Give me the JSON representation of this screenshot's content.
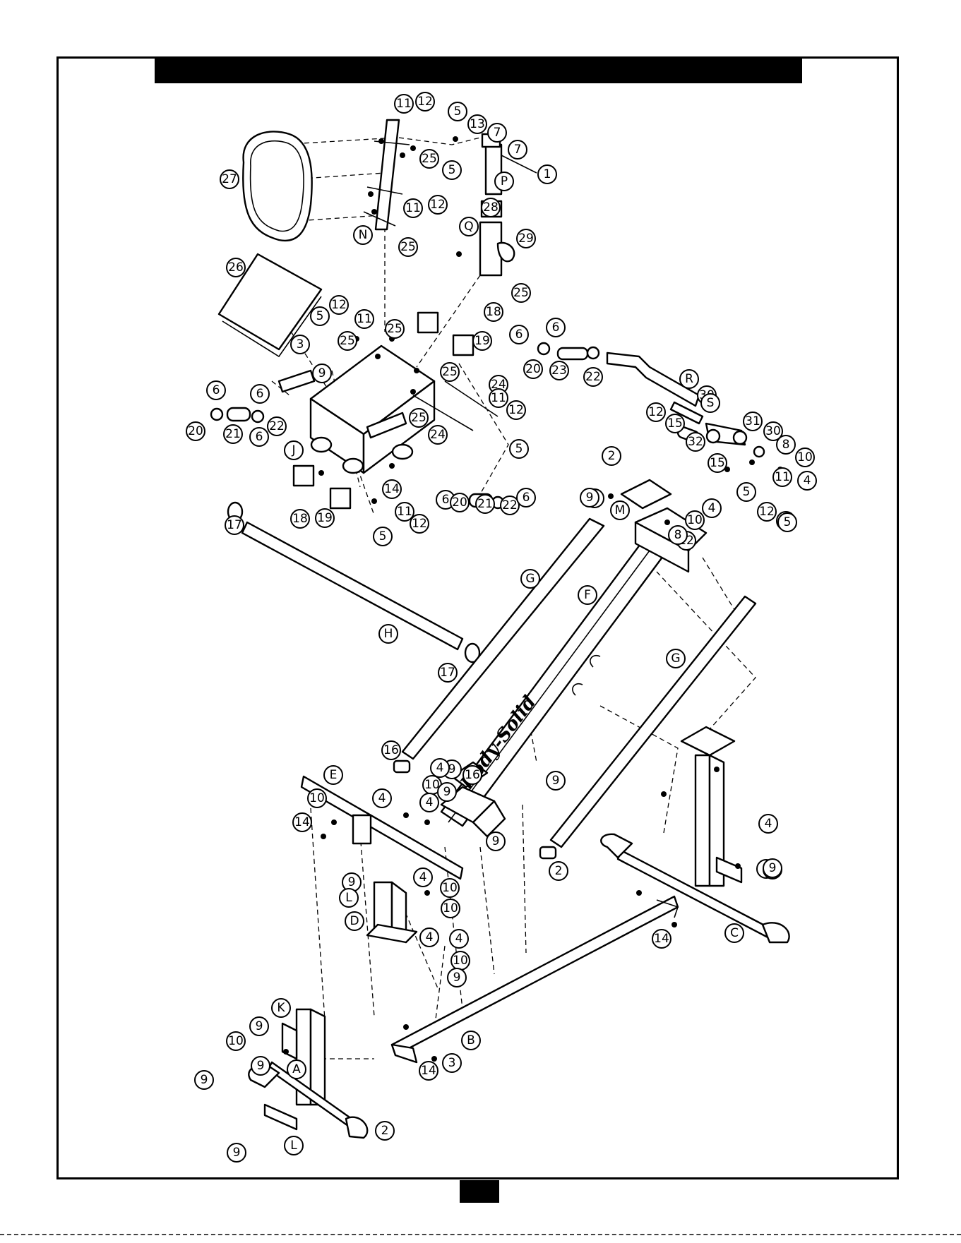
{
  "logo_text": "Body-Solid",
  "callouts": [
    {
      "label": "11"
    },
    {
      "label": "12"
    },
    {
      "label": "5"
    },
    {
      "label": "13"
    },
    {
      "label": "7"
    },
    {
      "label": "7"
    },
    {
      "label": "1"
    },
    {
      "label": "27"
    },
    {
      "label": "25"
    },
    {
      "label": "5"
    },
    {
      "label": "P"
    },
    {
      "label": "11"
    },
    {
      "label": "12"
    },
    {
      "label": "28"
    },
    {
      "label": "Q"
    },
    {
      "label": "29"
    },
    {
      "label": "N"
    },
    {
      "label": "25"
    },
    {
      "label": "25"
    },
    {
      "label": "26"
    },
    {
      "label": "12"
    },
    {
      "label": "5"
    },
    {
      "label": "11"
    },
    {
      "label": "18"
    },
    {
      "label": "25"
    },
    {
      "label": "25"
    },
    {
      "label": "3"
    },
    {
      "label": "19"
    },
    {
      "label": "6"
    },
    {
      "label": "6"
    },
    {
      "label": "9"
    },
    {
      "label": "20"
    },
    {
      "label": "23"
    },
    {
      "label": "22"
    },
    {
      "label": "25"
    },
    {
      "label": "R"
    },
    {
      "label": "6"
    },
    {
      "label": "6"
    },
    {
      "label": "24"
    },
    {
      "label": "11"
    },
    {
      "label": "30"
    },
    {
      "label": "20"
    },
    {
      "label": "21"
    },
    {
      "label": "22"
    },
    {
      "label": "S"
    },
    {
      "label": "12"
    },
    {
      "label": "6"
    },
    {
      "label": "25"
    },
    {
      "label": "24"
    },
    {
      "label": "5"
    },
    {
      "label": "12"
    },
    {
      "label": "15"
    },
    {
      "label": "31"
    },
    {
      "label": "30"
    },
    {
      "label": "J"
    },
    {
      "label": "32"
    },
    {
      "label": "8"
    },
    {
      "label": "10"
    },
    {
      "label": "5"
    },
    {
      "label": "2"
    },
    {
      "label": "9"
    },
    {
      "label": "15"
    },
    {
      "label": "11"
    },
    {
      "label": "4"
    },
    {
      "label": "14"
    },
    {
      "label": "12"
    },
    {
      "label": "5"
    },
    {
      "label": "6"
    },
    {
      "label": "20"
    },
    {
      "label": "21"
    },
    {
      "label": "22"
    },
    {
      "label": "6"
    },
    {
      "label": "12"
    },
    {
      "label": "5"
    },
    {
      "label": "9"
    },
    {
      "label": "4"
    },
    {
      "label": "18"
    },
    {
      "label": "19"
    },
    {
      "label": "11"
    },
    {
      "label": "M"
    },
    {
      "label": "10"
    },
    {
      "label": "12"
    },
    {
      "label": "8"
    },
    {
      "label": "5"
    },
    {
      "label": "17"
    },
    {
      "label": "G"
    },
    {
      "label": "F"
    },
    {
      "label": "H"
    },
    {
      "label": "G"
    },
    {
      "label": "17"
    },
    {
      "label": "16"
    },
    {
      "label": "9"
    },
    {
      "label": "4"
    },
    {
      "label": "E"
    },
    {
      "label": "10"
    },
    {
      "label": "9"
    },
    {
      "label": "4"
    },
    {
      "label": "4"
    },
    {
      "label": "10"
    },
    {
      "label": "14"
    },
    {
      "label": "9"
    },
    {
      "label": "4"
    },
    {
      "label": "2"
    },
    {
      "label": "16"
    },
    {
      "label": "9"
    },
    {
      "label": "4"
    },
    {
      "label": "9"
    },
    {
      "label": "L"
    },
    {
      "label": "10"
    },
    {
      "label": "10"
    },
    {
      "label": "9"
    },
    {
      "label": "9"
    },
    {
      "label": "14"
    },
    {
      "label": "4"
    },
    {
      "label": "D"
    },
    {
      "label": "4"
    },
    {
      "label": "C"
    },
    {
      "label": "4"
    },
    {
      "label": "10"
    },
    {
      "label": "9"
    },
    {
      "label": "K"
    },
    {
      "label": "9"
    },
    {
      "label": "B"
    },
    {
      "label": "10"
    },
    {
      "label": "9"
    },
    {
      "label": "14"
    },
    {
      "label": "3"
    },
    {
      "label": "9"
    },
    {
      "label": "A"
    },
    {
      "label": "2"
    },
    {
      "label": "9"
    },
    {
      "label": "L"
    }
  ]
}
